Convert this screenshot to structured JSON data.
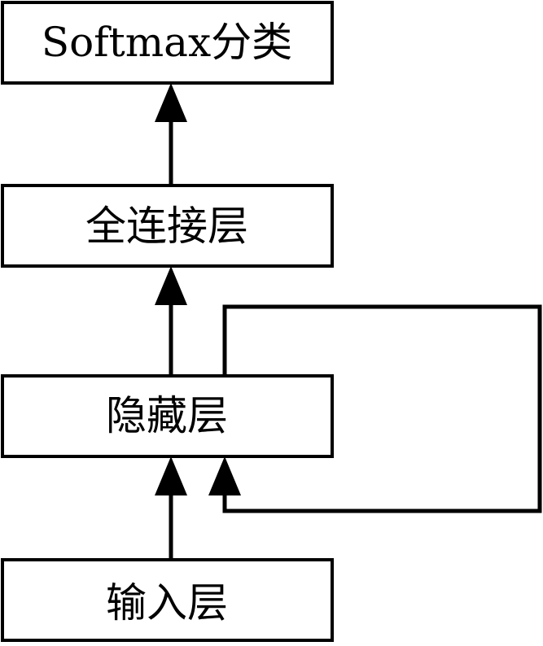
{
  "boxes": {
    "softmax": "Softmax分类",
    "fully_connected": "全连接层",
    "hidden": "隐藏层",
    "input": "输入层"
  },
  "colors": {
    "stroke": "#000000",
    "background": "#ffffff"
  }
}
